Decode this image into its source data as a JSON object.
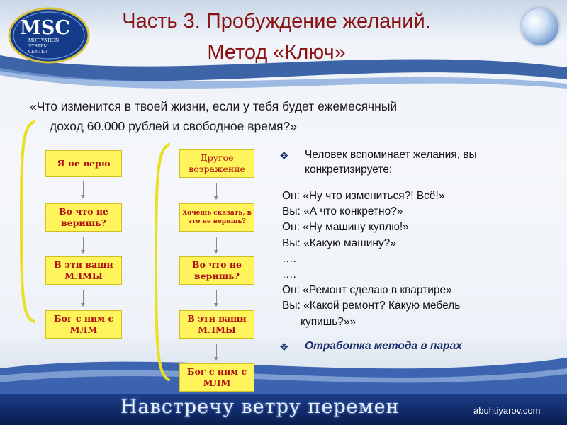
{
  "header": {
    "title_line1": "Часть 3. Пробуждение желаний.",
    "title_line2": "Метод «Ключ»"
  },
  "logo": {
    "main": "MSC",
    "sub_line1": "MOTIVATION",
    "sub_line2": "SYSTEM",
    "sub_line3": "CENTER"
  },
  "question": {
    "line1": "«Что изменится в твоей жизни, если у тебя будет ежемесячный",
    "line2": "доход 60.000 рублей и свободное время?»"
  },
  "left_flow": [
    "Я не верю",
    "Во что не веришь?",
    "В эти ваши МЛМЫ",
    "Бог с ним с МЛМ"
  ],
  "mid_flow": [
    "Другое возражение",
    "Хочешь сказать, в это не веришь?",
    "Во что не веришь?",
    "В эти ваши МЛМЫ",
    "Бог с ним с МЛМ"
  ],
  "right_panel": {
    "bullet1": "Человек вспоминает желания, вы конкретизируете:",
    "dialog": [
      "Он: «Ну что измениться?! Всё!»",
      "Вы: «А что конкретно?»",
      "Он: «Ну машину куплю!»",
      "Вы: «Какую машину?»",
      "….",
      "….",
      "Он: «Ремонт сделаю в квартире»",
      "Вы: «Какой ремонт? Какую мебель",
      "купишь?»»"
    ],
    "bullet2": "Отработка метода в парах"
  },
  "footer": {
    "slogan": "Навстречу ветру перемен",
    "site": "abuhtiyarov.com"
  },
  "colors": {
    "title": "#8b1010",
    "box_fill": "#fff45c",
    "box_text": "#b01010",
    "bracket": "#e8e020",
    "footer": "#102b6a"
  }
}
